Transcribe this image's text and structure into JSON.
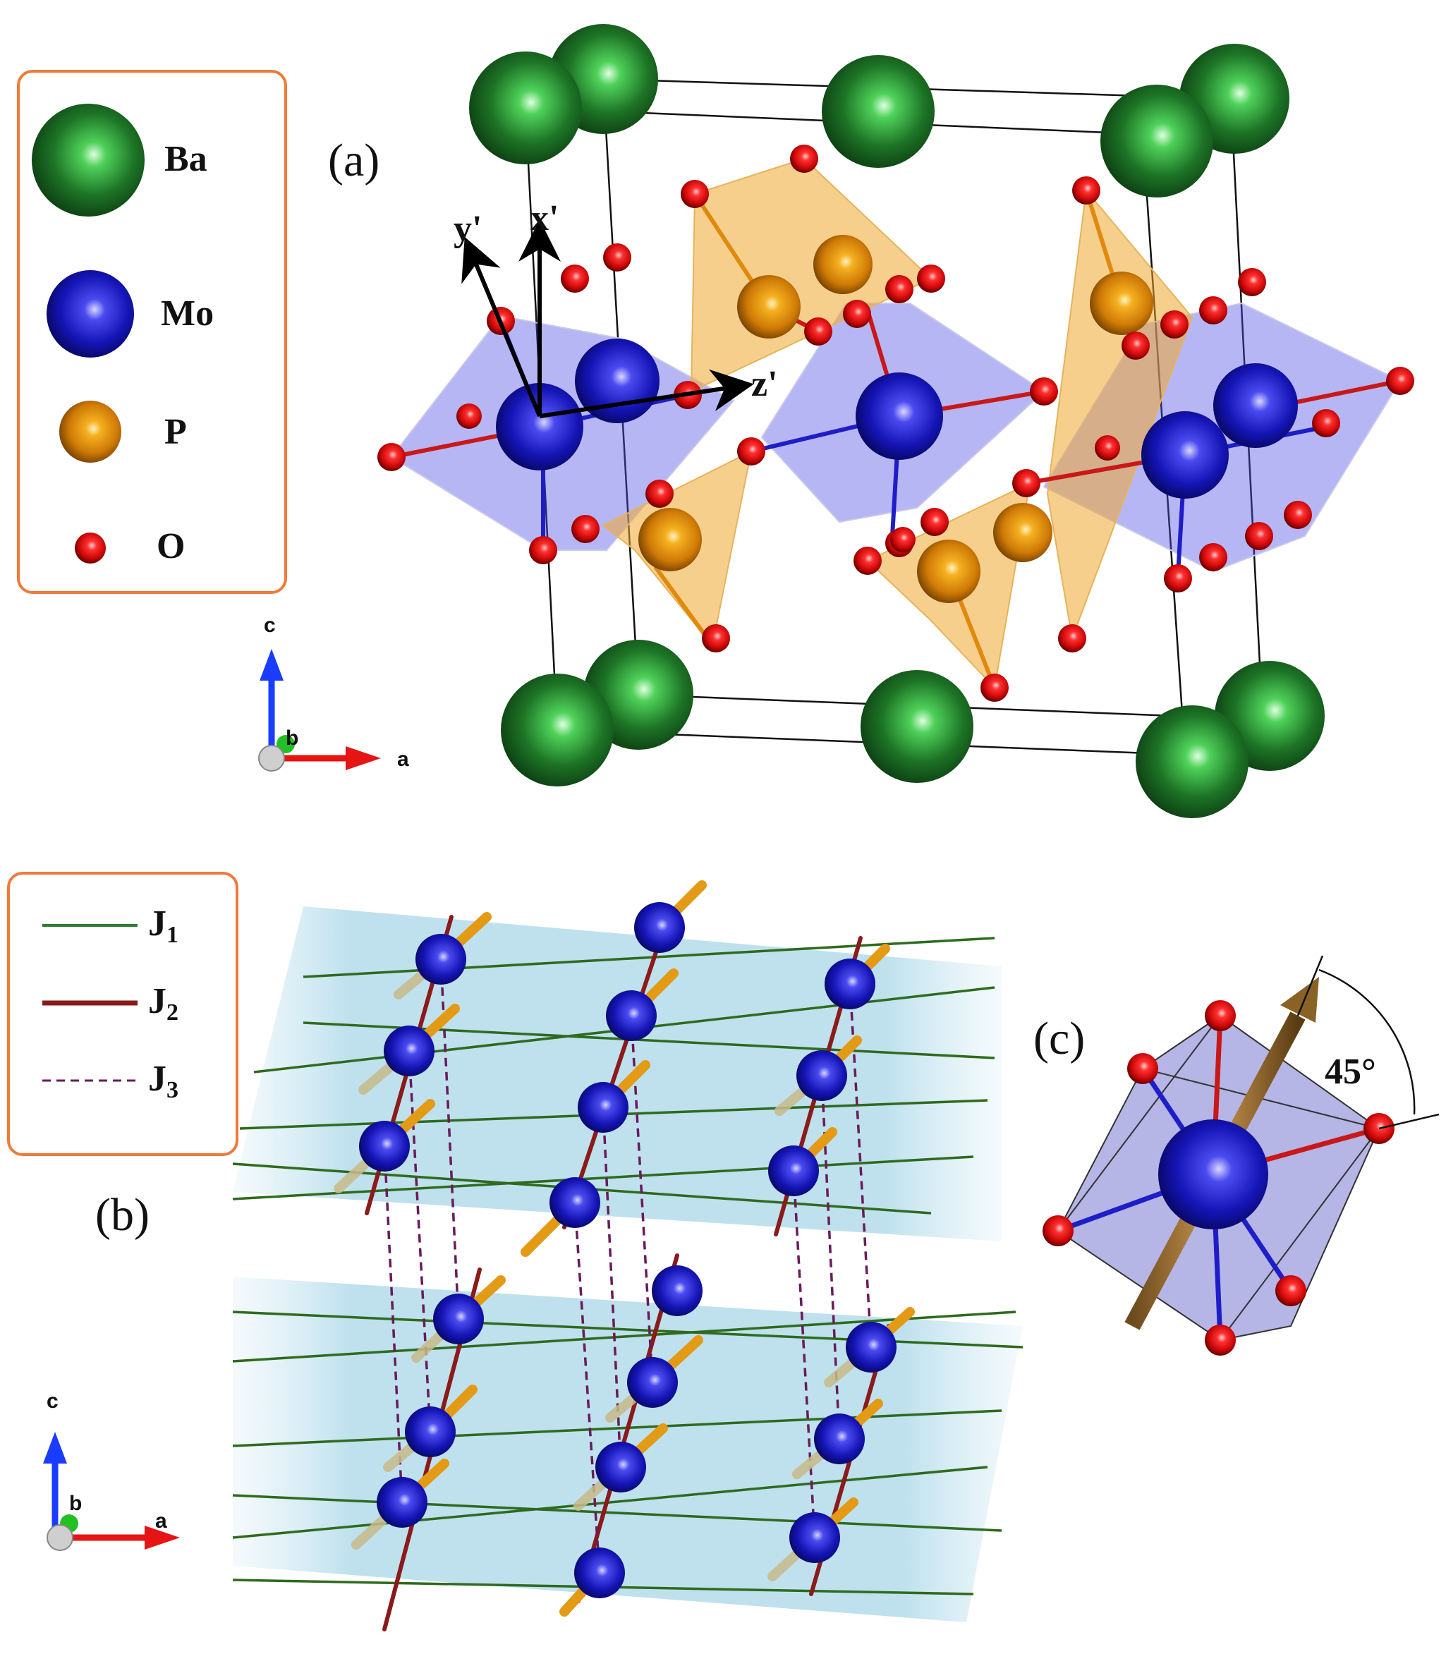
{
  "panels": {
    "a": {
      "label": "(a)"
    },
    "b": {
      "label": "(b)"
    },
    "c": {
      "label": "(c)",
      "angle_label": "45°"
    }
  },
  "legend_atoms": {
    "items": [
      {
        "label": "Ba",
        "color": "#1f7a2a"
      },
      {
        "label": "Mo",
        "color": "#1e1ec8"
      },
      {
        "label": "P",
        "color": "#e08a0c"
      },
      {
        "label": "O",
        "color": "#e01010"
      }
    ]
  },
  "legend_couplings": {
    "items": [
      {
        "label": "J",
        "subscript": "1",
        "color": "#2e7d32",
        "style": "solid"
      },
      {
        "label": "J",
        "subscript": "2",
        "color": "#8b1a1a",
        "style": "solid"
      },
      {
        "label": "J",
        "subscript": "3",
        "color": "#6a1b5a",
        "style": "dashed"
      }
    ]
  },
  "local_axes": {
    "x": "x'",
    "y": "y'",
    "z": "z'"
  },
  "axes_a": {
    "c": "c",
    "b": "b",
    "a": "a"
  },
  "axes_b": {
    "c": "c",
    "b": "b",
    "a": "a"
  }
}
